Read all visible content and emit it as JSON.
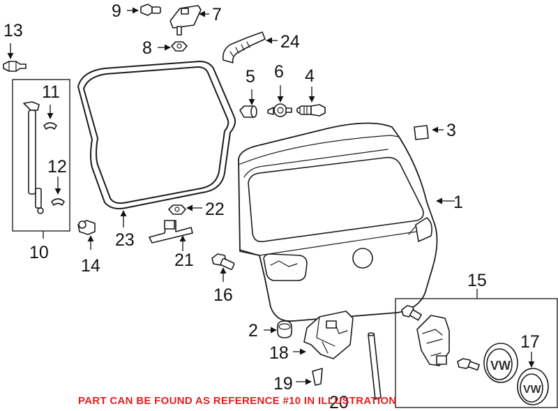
{
  "notice": {
    "text": "PART CAN BE FOUND AS REFERENCE #10 IN ILLUSTRATION",
    "color": "#e02020"
  },
  "callouts": {
    "c1": "1",
    "c2": "2",
    "c3": "3",
    "c4": "4",
    "c5": "5",
    "c6": "6",
    "c7": "7",
    "c8": "8",
    "c9": "9",
    "c10": "10",
    "c11": "11",
    "c12": "12",
    "c13": "13",
    "c14": "14",
    "c15": "15",
    "c16": "16",
    "c17": "17",
    "c18": "18",
    "c19": "19",
    "c20": "20",
    "c21": "21",
    "c22": "22",
    "c23": "23",
    "c24": "24"
  },
  "badges": {
    "emblem_front": "VW",
    "emblem_rear": "VW"
  }
}
